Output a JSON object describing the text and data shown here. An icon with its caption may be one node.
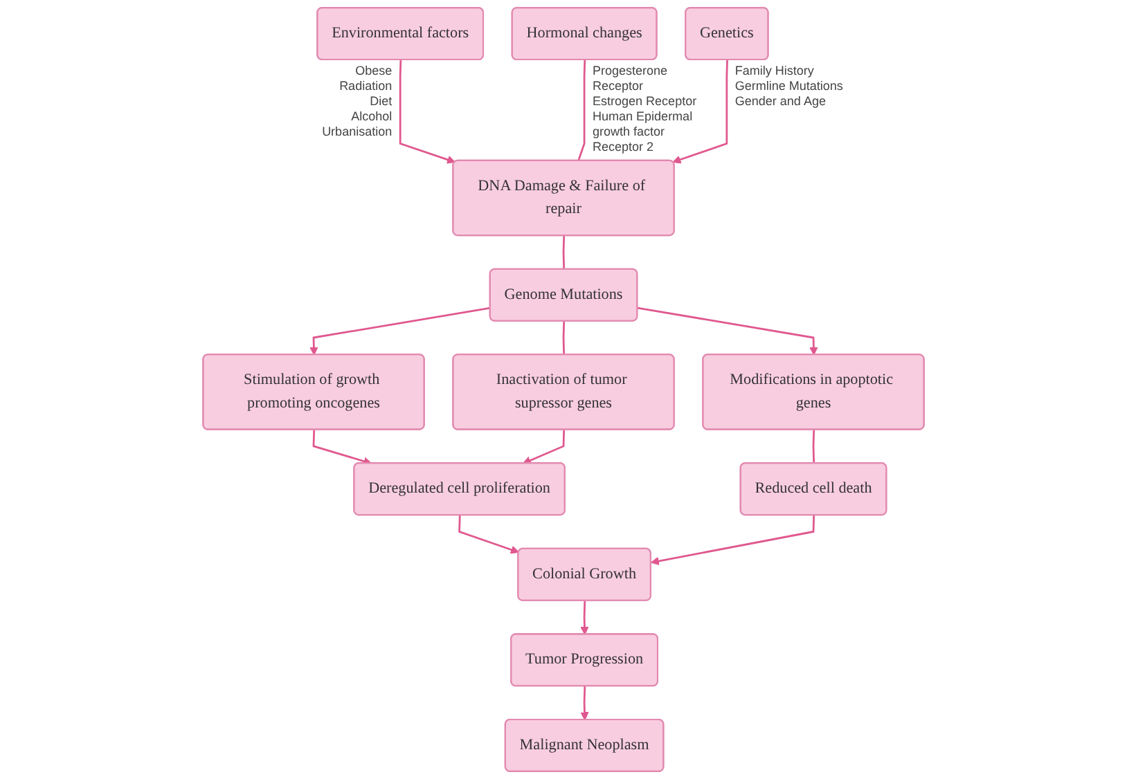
{
  "diagram": {
    "nodes": [
      {
        "text": [
          "Environmental factors"
        ],
        "beside": [
          "Obese",
          "Radiation",
          "Diet",
          "Alcohol",
          "Urbanisation"
        ]
      },
      {
        "text": [
          "Hormonal changes"
        ],
        "beside": [
          "Progesterone Receptor",
          "Estrogen Receptor",
          "Human Epidermal growth factor Receptor 2"
        ]
      },
      {
        "text": [
          "Genetics"
        ],
        "beside": [
          "Family History",
          "Germline Mutations",
          "Gender and Age"
        ]
      },
      {
        "text": [
          "DNA Damage & Failure of repair"
        ]
      },
      {
        "text": [
          "Genome Mutations"
        ]
      },
      {
        "text": [
          "Stimulation of growth promoting oncogenes"
        ]
      },
      {
        "text": [
          "Inactivation of tumor supressor genes"
        ]
      },
      {
        "text": [
          "Modifications in apoptotic genes"
        ]
      },
      {
        "text": [
          "Deregulated cell proliferation"
        ]
      },
      {
        "text": [
          "Reduced cell death"
        ]
      },
      {
        "text": [
          "Colonial Growth"
        ]
      },
      {
        "text": [
          "Tumor Progression"
        ]
      },
      {
        "text": [
          "Malignant Neoplasm"
        ]
      }
    ],
    "edges": [
      {
        "from": 0,
        "to": 3,
        "arrow": "to"
      },
      {
        "from": 1,
        "to": 3,
        "arrow": "none"
      },
      {
        "from": 2,
        "to": 3,
        "arrow": "to"
      },
      {
        "from": 3,
        "to": 4,
        "arrow": "none"
      },
      {
        "from": 4,
        "to": 5,
        "arrow": "to"
      },
      {
        "from": 4,
        "to": 6,
        "arrow": "none"
      },
      {
        "from": 4,
        "to": 7,
        "arrow": "to"
      },
      {
        "from": 5,
        "to": 8,
        "arrow": "to"
      },
      {
        "from": 6,
        "to": 8,
        "arrow": "to"
      },
      {
        "from": 7,
        "to": 9,
        "arrow": "none"
      },
      {
        "from": 8,
        "to": 10,
        "arrow": "to"
      },
      {
        "from": 9,
        "to": 10,
        "arrow": "to"
      },
      {
        "from": 10,
        "to": 11,
        "arrow": "to"
      },
      {
        "from": 11,
        "to": 12,
        "arrow": "to"
      }
    ]
  }
}
